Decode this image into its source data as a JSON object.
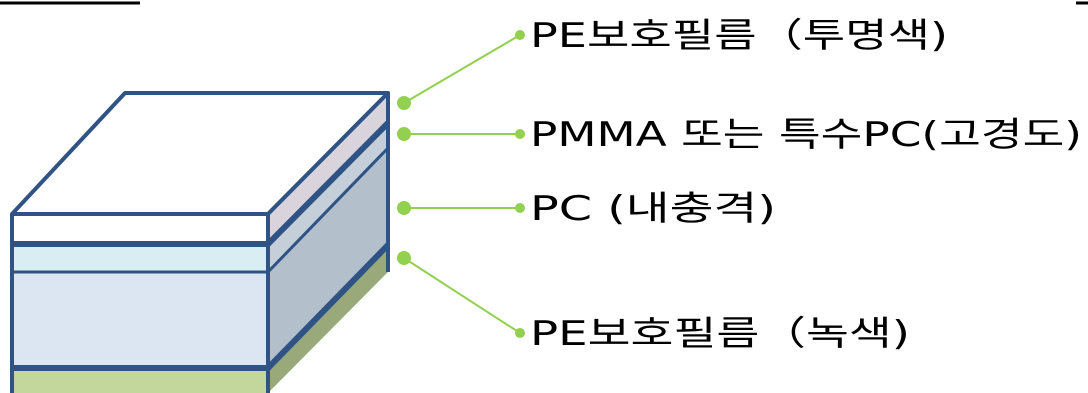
{
  "labels": {
    "pe_clear": "PE보호필름（투명색)",
    "pmma": "PMMA 또는 특수PC(고경도)",
    "pc": "PC (내충격)",
    "pe_green": "PE보호필름（녹색)"
  },
  "colors": {
    "outline": "#2e5384",
    "leader": "#92d050",
    "top_face": "#ffffff",
    "pe_clear_front": "#ffffff",
    "pe_clear_side": "#d9d4dc",
    "pmma_front": "#d9eef3",
    "pmma_side": "#c4cfd9",
    "pc_front": "#dce6f2",
    "pc_side": "#b3bfca",
    "pe_green_front": "#c3d69b",
    "pe_green_side": "#99a97a"
  }
}
